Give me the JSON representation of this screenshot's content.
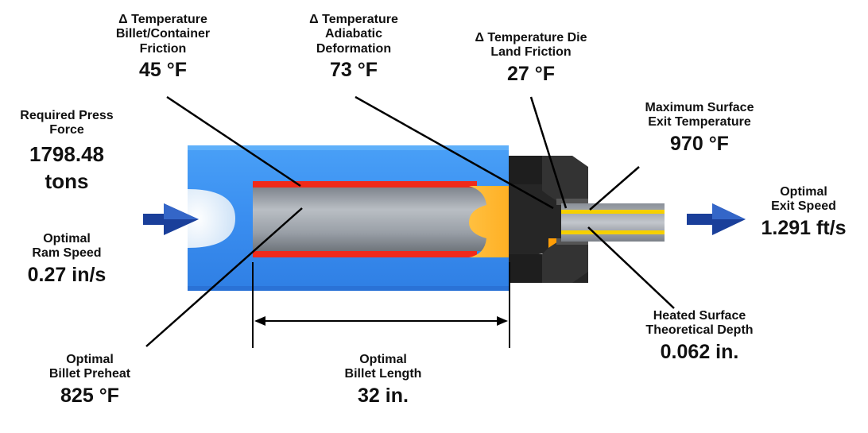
{
  "colors": {
    "container": "#3a8ef0",
    "container_dark": "#1f63c8",
    "billet": "#9aa0a8",
    "hot": "#f02a1a",
    "deformation": "#ffaa10",
    "die": "#222222",
    "arrow": "#1a3f9a",
    "exit_stripe": "#f5d000"
  },
  "labels": {
    "billet_friction": {
      "line1": "Δ Temperature",
      "line2": "Billet/Container",
      "line3": "Friction",
      "value": "45 °F"
    },
    "adiabatic": {
      "line1": "Δ Temperature",
      "line2": "Adiabatic",
      "line3": "Deformation",
      "value": "73 °F"
    },
    "die_land": {
      "line1": "Δ Temperature Die",
      "line2": "Land Friction",
      "value": "27 °F"
    },
    "max_surface": {
      "line1": "Maximum Surface",
      "line2": "Exit Temperature",
      "value": "970 °F"
    },
    "press_force": {
      "line1": "Required Press",
      "line2": "Force",
      "value1": "1798.48",
      "value2": "tons"
    },
    "ram_speed": {
      "line1": "Optimal",
      "line2": "Ram Speed",
      "value": "0.27 in/s"
    },
    "exit_speed": {
      "line1": "Optimal",
      "line2": "Exit Speed",
      "value": "1.291 ft/s"
    },
    "billet_preheat": {
      "line1": "Optimal",
      "line2": "Billet Preheat",
      "value": "825 °F"
    },
    "billet_length": {
      "line1": "Optimal",
      "line2": "Billet Length",
      "value": "32 in."
    },
    "surface_depth": {
      "line1": "Heated Surface",
      "line2": "Theoretical Depth",
      "value": "0.062 in."
    }
  }
}
